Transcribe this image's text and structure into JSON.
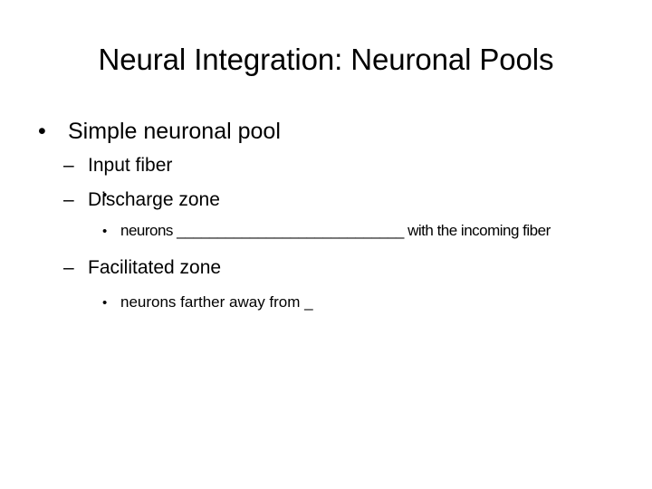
{
  "slide": {
    "title": "Neural Integration: Neuronal Pools",
    "background_color": "#FFFFFF",
    "text_color": "#000000",
    "bullets": {
      "level1_marker": "•",
      "level2_marker": "–",
      "level3_marker": "•"
    },
    "outline": [
      {
        "level": 1,
        "text": "Simple neuronal pool"
      },
      {
        "level": 2,
        "text": "Input fiber"
      },
      {
        "level": 3,
        "text": ""
      },
      {
        "level": 2,
        "text": "Discharge zone"
      },
      {
        "level": 3,
        "text": "neurons ____________________________ with the incoming fiber"
      },
      {
        "level": 2,
        "text": "Facilitated zone"
      },
      {
        "level": 3,
        "text": "neurons farther away from _"
      }
    ]
  }
}
